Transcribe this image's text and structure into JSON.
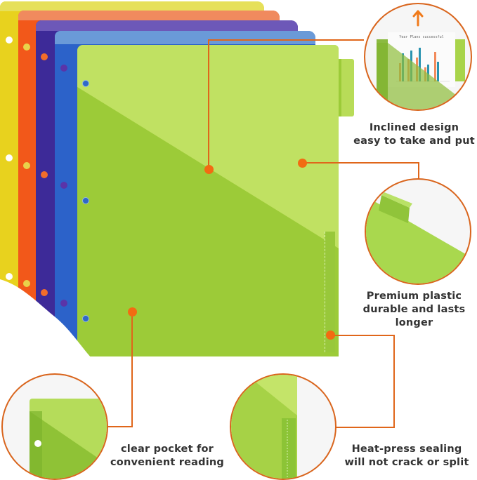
{
  "product": {
    "folders": [
      {
        "name": "yellow",
        "color": "#e8d21e",
        "tab_color": "#e6e05a",
        "hole_color": "#ffffff"
      },
      {
        "name": "orange",
        "color": "#f2581a",
        "tab_color": "#f08a5e",
        "hole_color": "#e9d24a"
      },
      {
        "name": "purple",
        "color": "#3d2a98",
        "tab_color": "#6d58b8",
        "hole_color": "#f26d2a"
      },
      {
        "name": "blue",
        "color": "#2c62c9",
        "tab_color": "#6a9ad8",
        "hole_color": "#5a34a8"
      },
      {
        "name": "green",
        "color": "#a6cf3c",
        "tab_color": "#c4e469",
        "hole_color": "#2f68c8"
      }
    ],
    "accent_color": "#e0661a"
  },
  "callouts": [
    {
      "id": "inclined",
      "line1": "Inclined design",
      "line2": "easy to take and put",
      "line3": "",
      "inset_chart_title": "Year Plans successful",
      "inset_icon": "arrow-up-icon"
    },
    {
      "id": "plastic",
      "line1": "Premium plastic",
      "line2": "durable and lasts",
      "line3": "longer"
    },
    {
      "id": "pocket",
      "line1": "clear pocket for",
      "line2": "convenient reading"
    },
    {
      "id": "sealing",
      "line1": "Heat-press sealing",
      "line2": "will not crack or split"
    }
  ]
}
